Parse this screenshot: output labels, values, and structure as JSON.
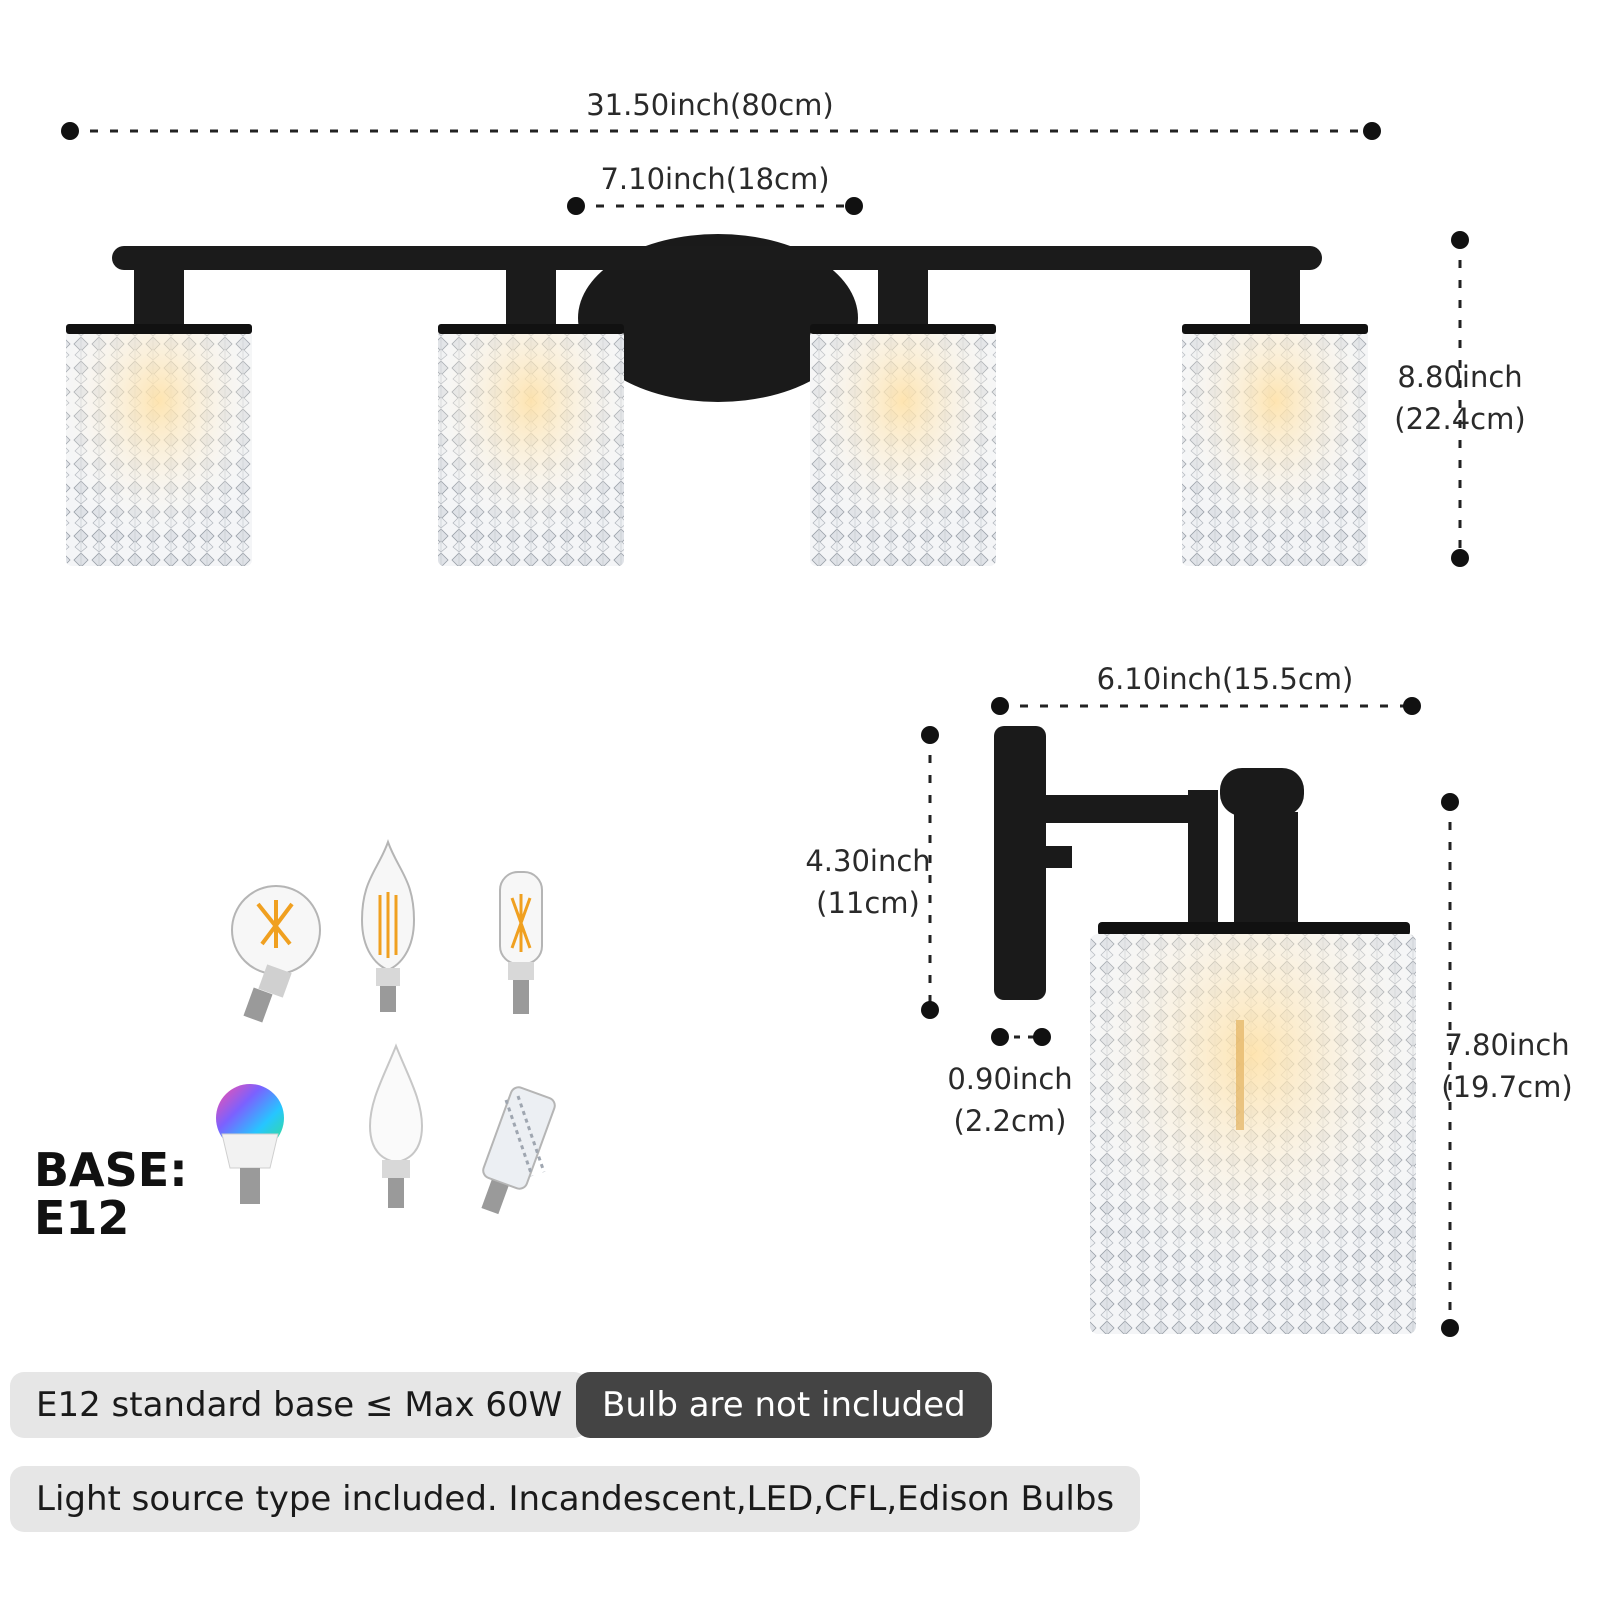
{
  "dimensions": {
    "overall_width": "31.50inch(80cm)",
    "canopy_width": "7.10inch(18cm)",
    "height_line1": "8.80inch",
    "height_line2": "(22.4cm)",
    "single_width": "6.10inch(15.5cm)",
    "backplate_height_line1": "4.30inch",
    "backplate_height_line2": "(11cm)",
    "backplate_depth_line1": "0.90inch",
    "backplate_depth_line2": "(2.2cm)",
    "shade_height_line1": "7.80inch",
    "shade_height_line2": "(19.7cm)"
  },
  "base": {
    "line1": "BASE:",
    "line2": "E12"
  },
  "bulbs": [
    "globe-filament-bulb-icon",
    "flame-tip-candle-bulb-icon",
    "tubular-filament-bulb-icon",
    "rgb-smart-bulb-icon",
    "led-candle-bulb-icon",
    "corn-led-bulb-icon"
  ],
  "badges": {
    "base_spec": "E12 standard base ≤ Max 60W",
    "bulb_note": "Bulb are not included",
    "light_source": "Light source type included. Incandescent,LED,CFL,Edison Bulbs"
  },
  "colors": {
    "fixture": "#1a1a1a",
    "crystal": "#c9ccd2",
    "pill_light": "#e6e6e6",
    "pill_dark": "#444444"
  }
}
